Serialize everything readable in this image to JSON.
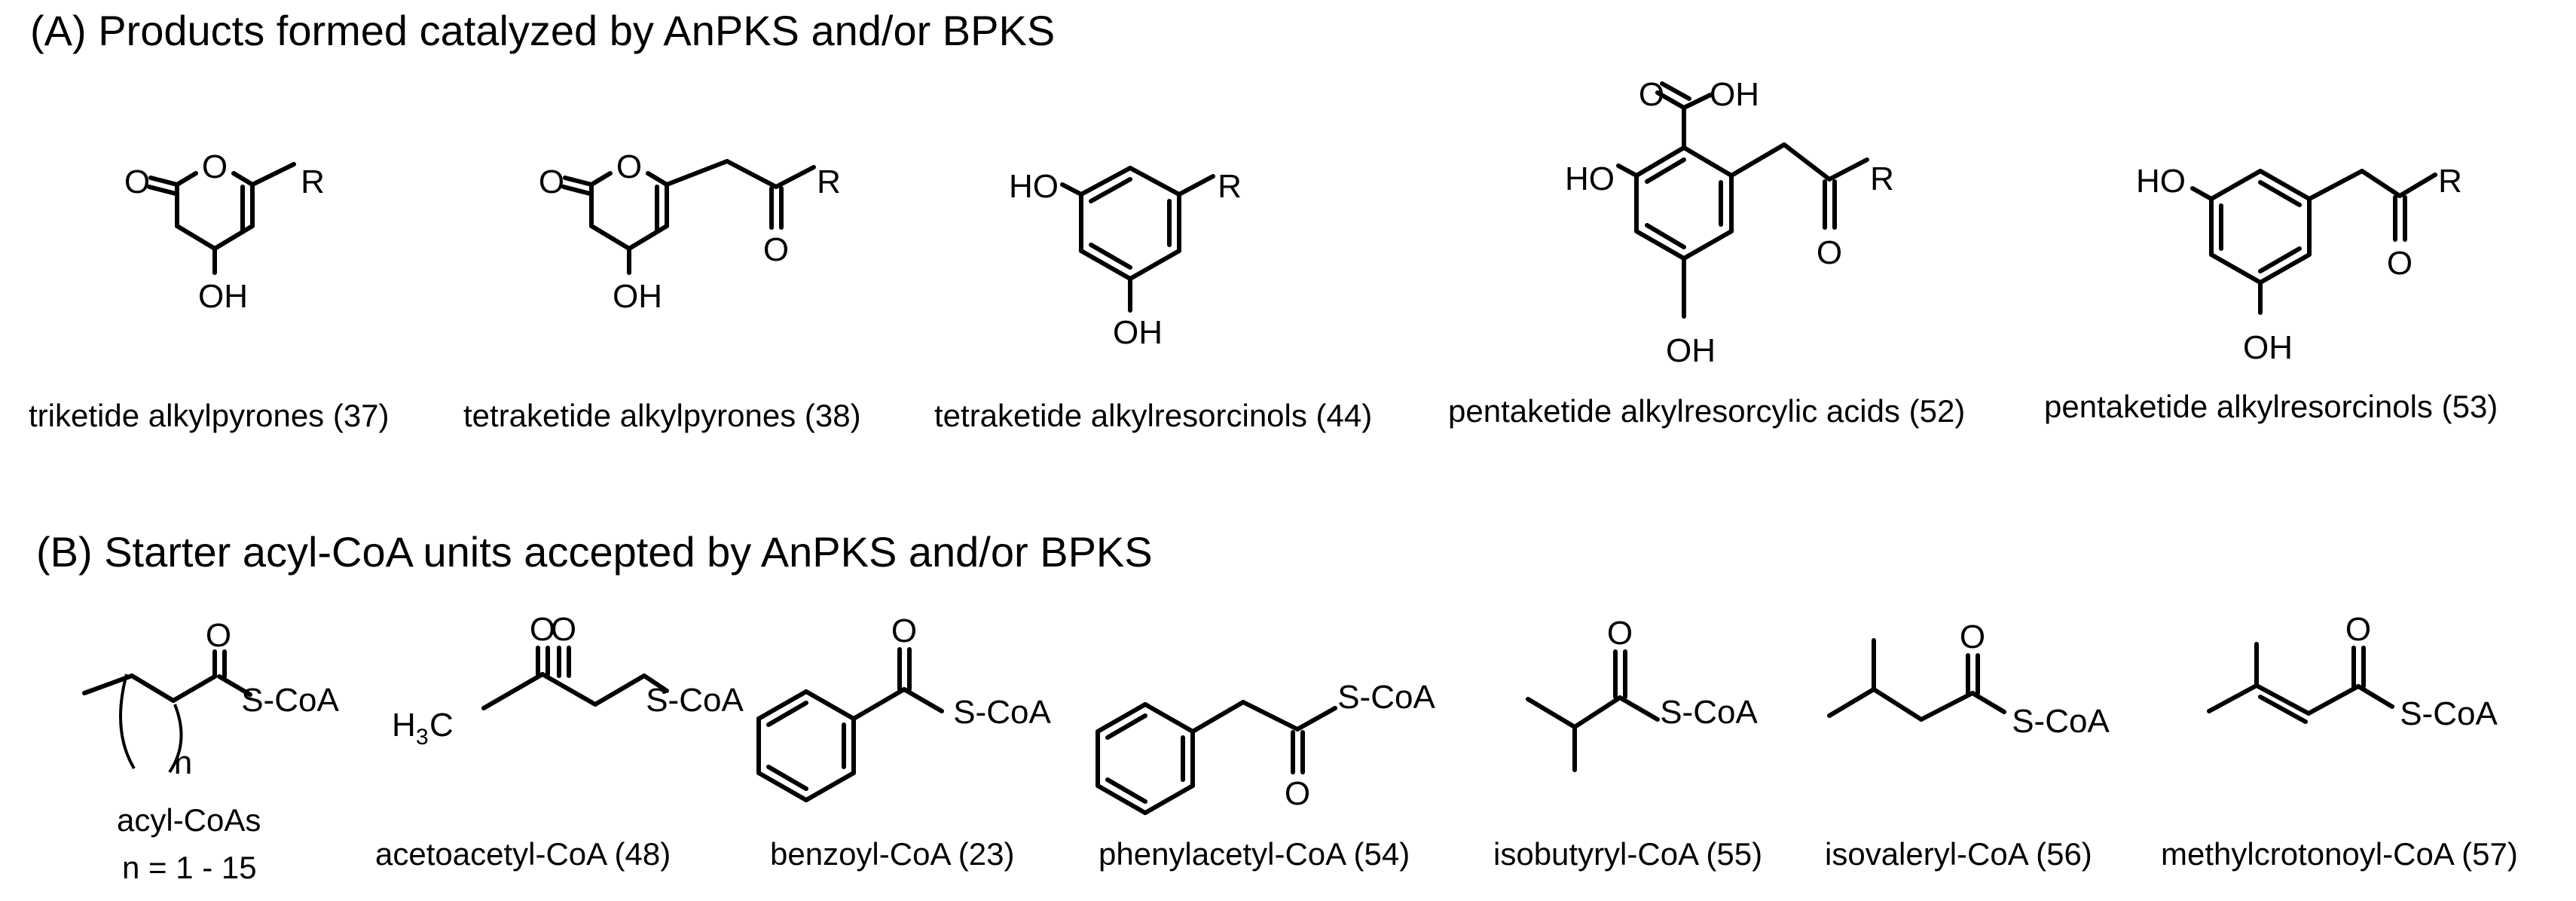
{
  "section_a": {
    "title": "(A) Products formed catalyzed by AnPKS and/or BPKS",
    "products": [
      {
        "name": "triketide alkylpyrones (37)"
      },
      {
        "name": "tetraketide alkylpyrones (38)"
      },
      {
        "name": "tetraketide alkylresorcinols (44)"
      },
      {
        "name": "pentaketide alkylresorcylic acids (52)"
      },
      {
        "name": "pentaketide alkylresorcinols (53)"
      }
    ]
  },
  "section_b": {
    "title": "(B) Starter acyl-CoA units accepted by AnPKS and/or BPKS",
    "starters": [
      {
        "name": "acyl-CoAs",
        "note": "n = 1 - 15"
      },
      {
        "name": "acetoacetyl-CoA (48)"
      },
      {
        "name": "benzoyl-CoA (23)"
      },
      {
        "name": "phenylacetyl-CoA (54)"
      },
      {
        "name": "isobutyryl-CoA (55)"
      },
      {
        "name": "isovaleryl-CoA (56)"
      },
      {
        "name": "methylcrotonoyl-CoA (57)"
      }
    ]
  },
  "atoms": {
    "O": "O",
    "OH": "OH",
    "HO": "HO",
    "R": "R",
    "SCoA": "S-CoA",
    "H3C_H": "H",
    "H3C_3": "3",
    "H3C_C": "C",
    "n": "n"
  }
}
